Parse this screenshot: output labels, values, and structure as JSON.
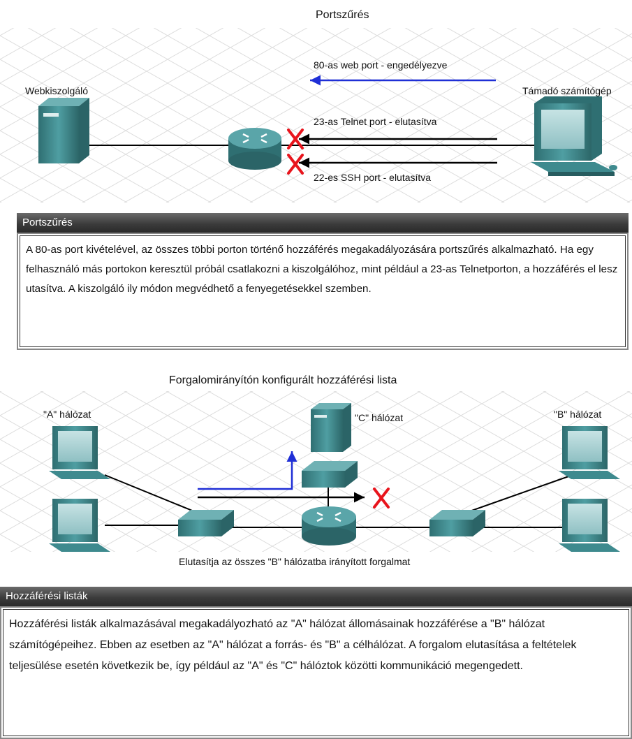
{
  "diagram1": {
    "title": "Portszűrés",
    "webserver_label": "Webkiszolgáló",
    "attacker_label": "Támadó számítógép",
    "port80_label": "80-as web port - engedélyezve",
    "port23_label": "23-as Telnet port - elutasítva",
    "port22_label": "22-es SSH port - elutasítva"
  },
  "panel1": {
    "header": "Portszűrés",
    "body": "A 80-as port kivételével, az összes többi porton történő hozzáférés megakadályozására portszűrés alkalmazható. Ha egy felhasználó más portokon keresztül próbál csatlakozni a kiszolgálóhoz, mint például a 23-as Telnetporton, a hozzáférés el lesz utasítva. A kiszolgáló ily módon megvédhető a fenyegetésekkel szemben."
  },
  "diagram2": {
    "title": "Forgalomirányítón konfigurált hozzáférési lista",
    "net_a_label": "\"A\" hálózat",
    "net_b_label": "\"B\" hálózat",
    "net_c_label": "\"C\" hálózat",
    "caption": "Elutasítja az összes \"B\" hálózatba irányított forgalmat"
  },
  "panel2": {
    "header": "Hozzáférési listák",
    "body": "Hozzáférési listák alkalmazásával megakadályozható az \"A\" hálózat állomásainak hozzáférése a \"B\" hálózat számítógépeihez. Ebben az esetben az \"A\" hálózat a forrás- és \"B\" a célhálózat. A forgalom elutasítása a feltételek teljesülése esetén következik be, így például az \"A\" és \"C\" hálóztok közötti kommunikáció megengedett."
  },
  "colors": {
    "allowed_arrow": "#1f2fd6",
    "denied_x": "#e8141c",
    "device_teal": "#3f8e92"
  }
}
